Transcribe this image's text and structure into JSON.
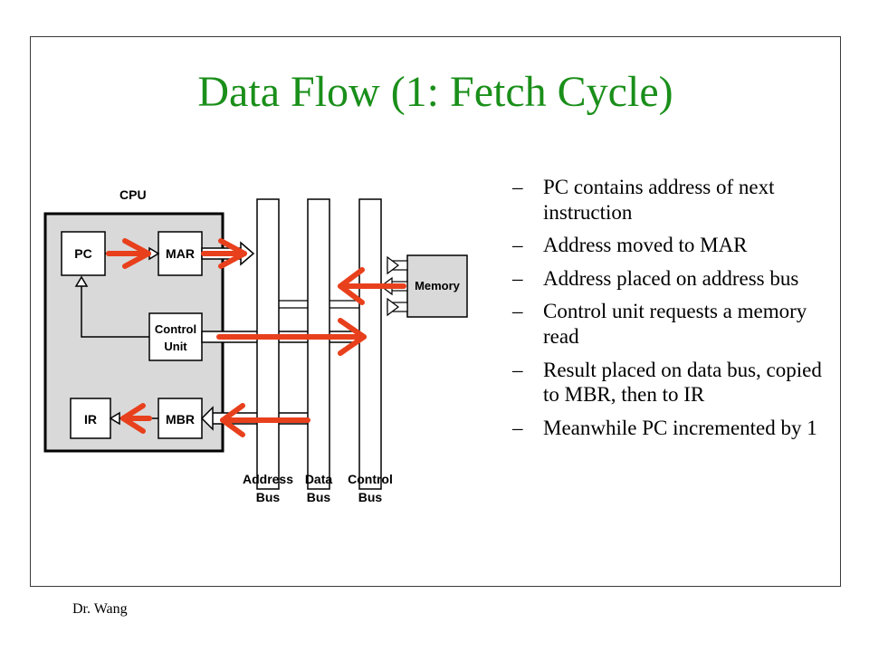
{
  "slide": {
    "title": "Data Flow (1: Fetch Cycle)",
    "footer": "Dr. Wang"
  },
  "diagram": {
    "cpu_label": "CPU",
    "pc": "PC",
    "mar": "MAR",
    "control_unit_line1": "Control",
    "control_unit_line2": "Unit",
    "ir": "IR",
    "mbr": "MBR",
    "memory": "Memory",
    "address_bus_line1": "Address",
    "address_bus_line2": "Bus",
    "data_bus_line1": "Data",
    "data_bus_line2": "Bus",
    "control_bus_line1": "Control",
    "control_bus_line2": "Bus",
    "colors": {
      "cpu_fill": "#d9d9d9",
      "arrow": "#e8401c",
      "title": "#1a8f1a"
    }
  },
  "bullets": [
    {
      "dash": "–",
      "text": "PC contains address of next instruction"
    },
    {
      "dash": "–",
      "text": "Address moved to MAR"
    },
    {
      "dash": "–",
      "text": "Address placed on address bus"
    },
    {
      "dash": "–",
      "text": "Control unit requests a memory read"
    },
    {
      "dash": "–",
      "text": "Result placed on data bus, copied to MBR, then to IR"
    },
    {
      "dash": "–",
      "text": "Meanwhile PC incremented by 1"
    }
  ]
}
